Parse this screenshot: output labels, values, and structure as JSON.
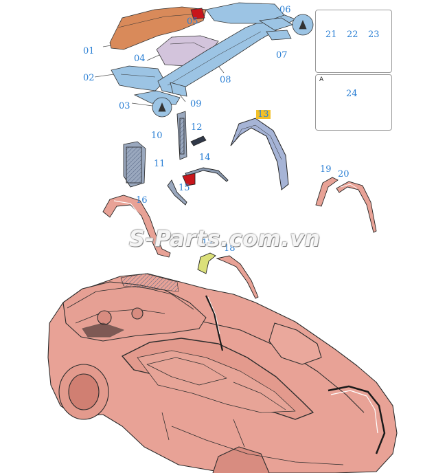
{
  "callouts": {
    "n01": "01",
    "n02": "02",
    "n03": "03",
    "n04": "04",
    "n05": "05",
    "n06": "06",
    "n07": "07",
    "n08": "08",
    "n09": "09",
    "n10": "10",
    "n11": "11",
    "n12": "12",
    "n13": "13",
    "n14": "14",
    "n15": "15",
    "n16": "16",
    "n17": "17",
    "n18": "18",
    "n19": "19",
    "n20": "20",
    "n21": "21",
    "n22": "22",
    "n23": "23",
    "n24": "24"
  },
  "legend": {
    "corner_letter": "A"
  },
  "watermark": "S-Parts.com.vn",
  "colors": {
    "callout_text": "#2a7fd4",
    "highlight": "#f3c027",
    "car_body": "#e8a296",
    "part_blue": "#9cc4e4",
    "part_orange": "#d98a5a",
    "part_purple": "#d3c4dc",
    "part_red": "#c8151b",
    "part_yellow": "#dbe07a"
  }
}
